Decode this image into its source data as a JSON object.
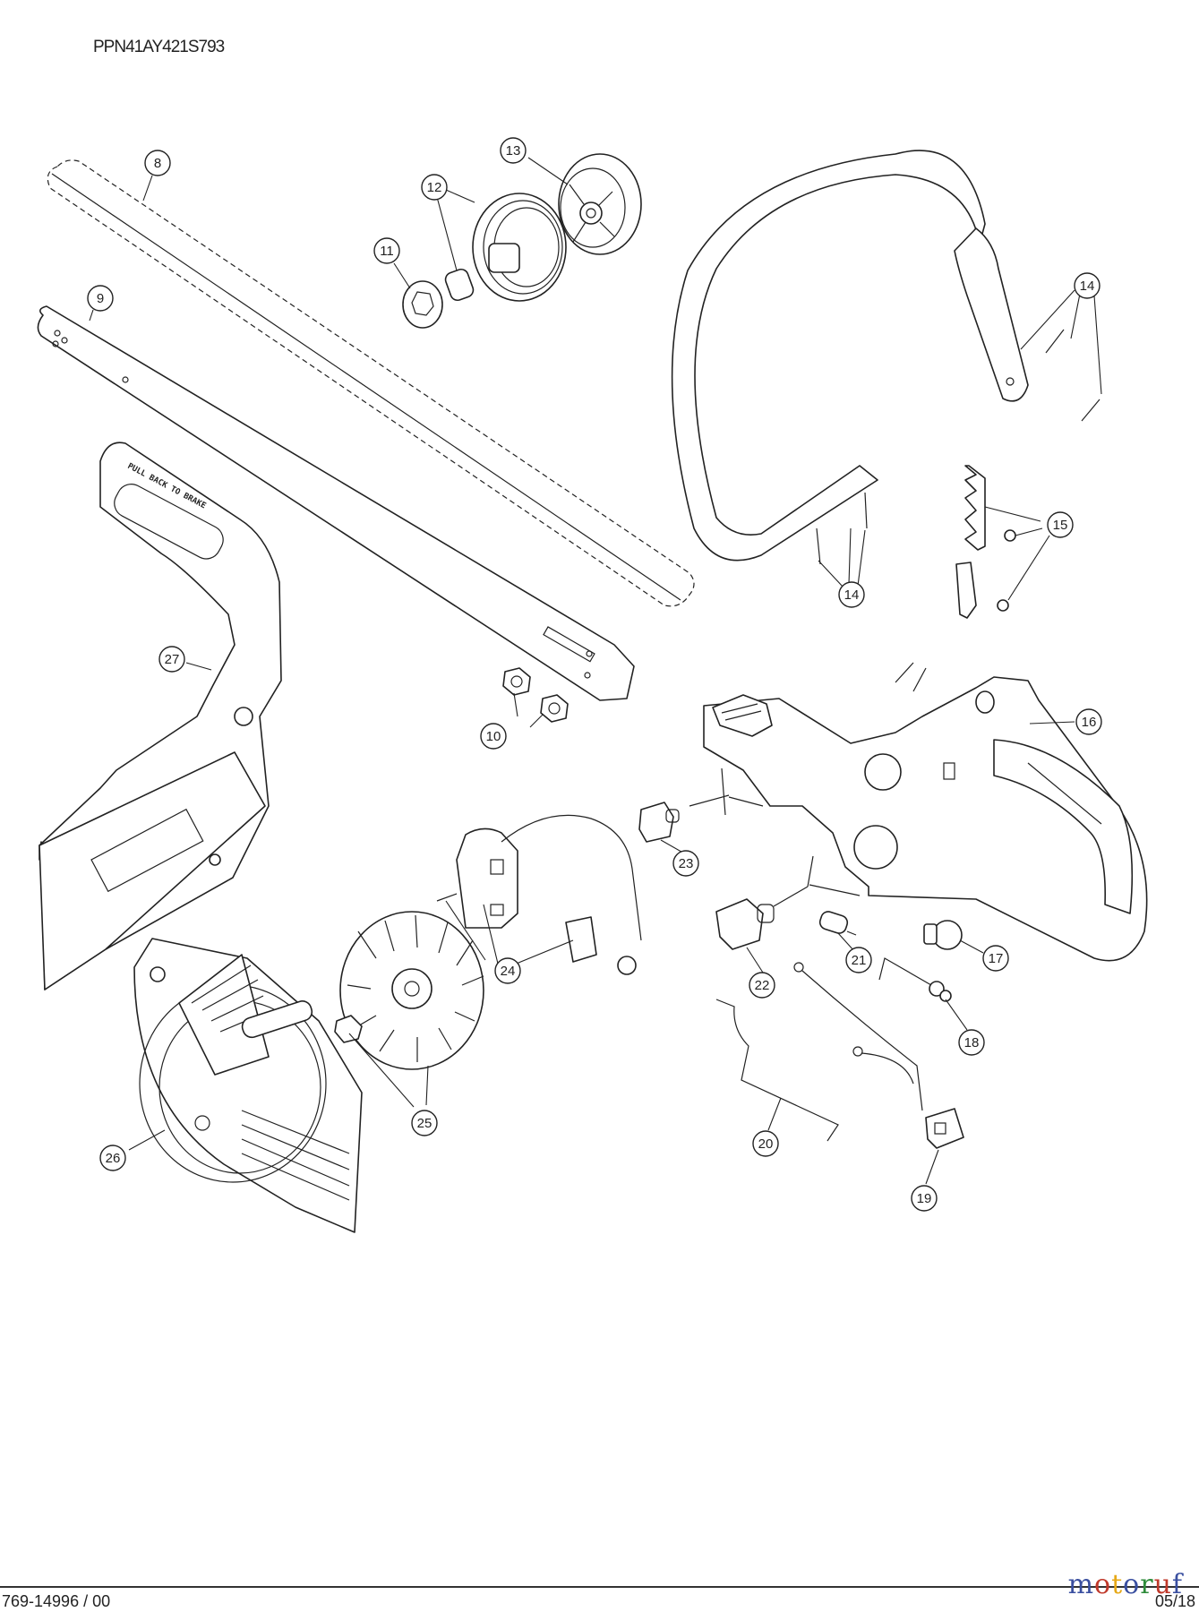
{
  "header": {
    "model_code": "PPN41AY421S793"
  },
  "footer": {
    "doc_number": "769-14996 / 00",
    "date": "05/18"
  },
  "watermark": {
    "text": "motoruf",
    "colors": [
      "#3a4fa0",
      "#c0392b",
      "#e6a817",
      "#3a4fa0",
      "#2e8b3a",
      "#c0392b",
      "#3a4fa0"
    ]
  },
  "bar_imprint": "PULL BACK TO BRAKE",
  "callouts": [
    {
      "id": "c8",
      "label": "8"
    },
    {
      "id": "c9",
      "label": "9"
    },
    {
      "id": "c10",
      "label": "10"
    },
    {
      "id": "c11",
      "label": "11"
    },
    {
      "id": "c12",
      "label": "12"
    },
    {
      "id": "c13",
      "label": "13"
    },
    {
      "id": "c14a",
      "label": "14"
    },
    {
      "id": "c14b",
      "label": "14"
    },
    {
      "id": "c15",
      "label": "15"
    },
    {
      "id": "c16",
      "label": "16"
    },
    {
      "id": "c17",
      "label": "17"
    },
    {
      "id": "c18",
      "label": "18"
    },
    {
      "id": "c19",
      "label": "19"
    },
    {
      "id": "c20",
      "label": "20"
    },
    {
      "id": "c21",
      "label": "21"
    },
    {
      "id": "c22",
      "label": "22"
    },
    {
      "id": "c23",
      "label": "23"
    },
    {
      "id": "c24",
      "label": "24"
    },
    {
      "id": "c25",
      "label": "25"
    },
    {
      "id": "c26",
      "label": "26"
    },
    {
      "id": "c27",
      "label": "27"
    }
  ]
}
